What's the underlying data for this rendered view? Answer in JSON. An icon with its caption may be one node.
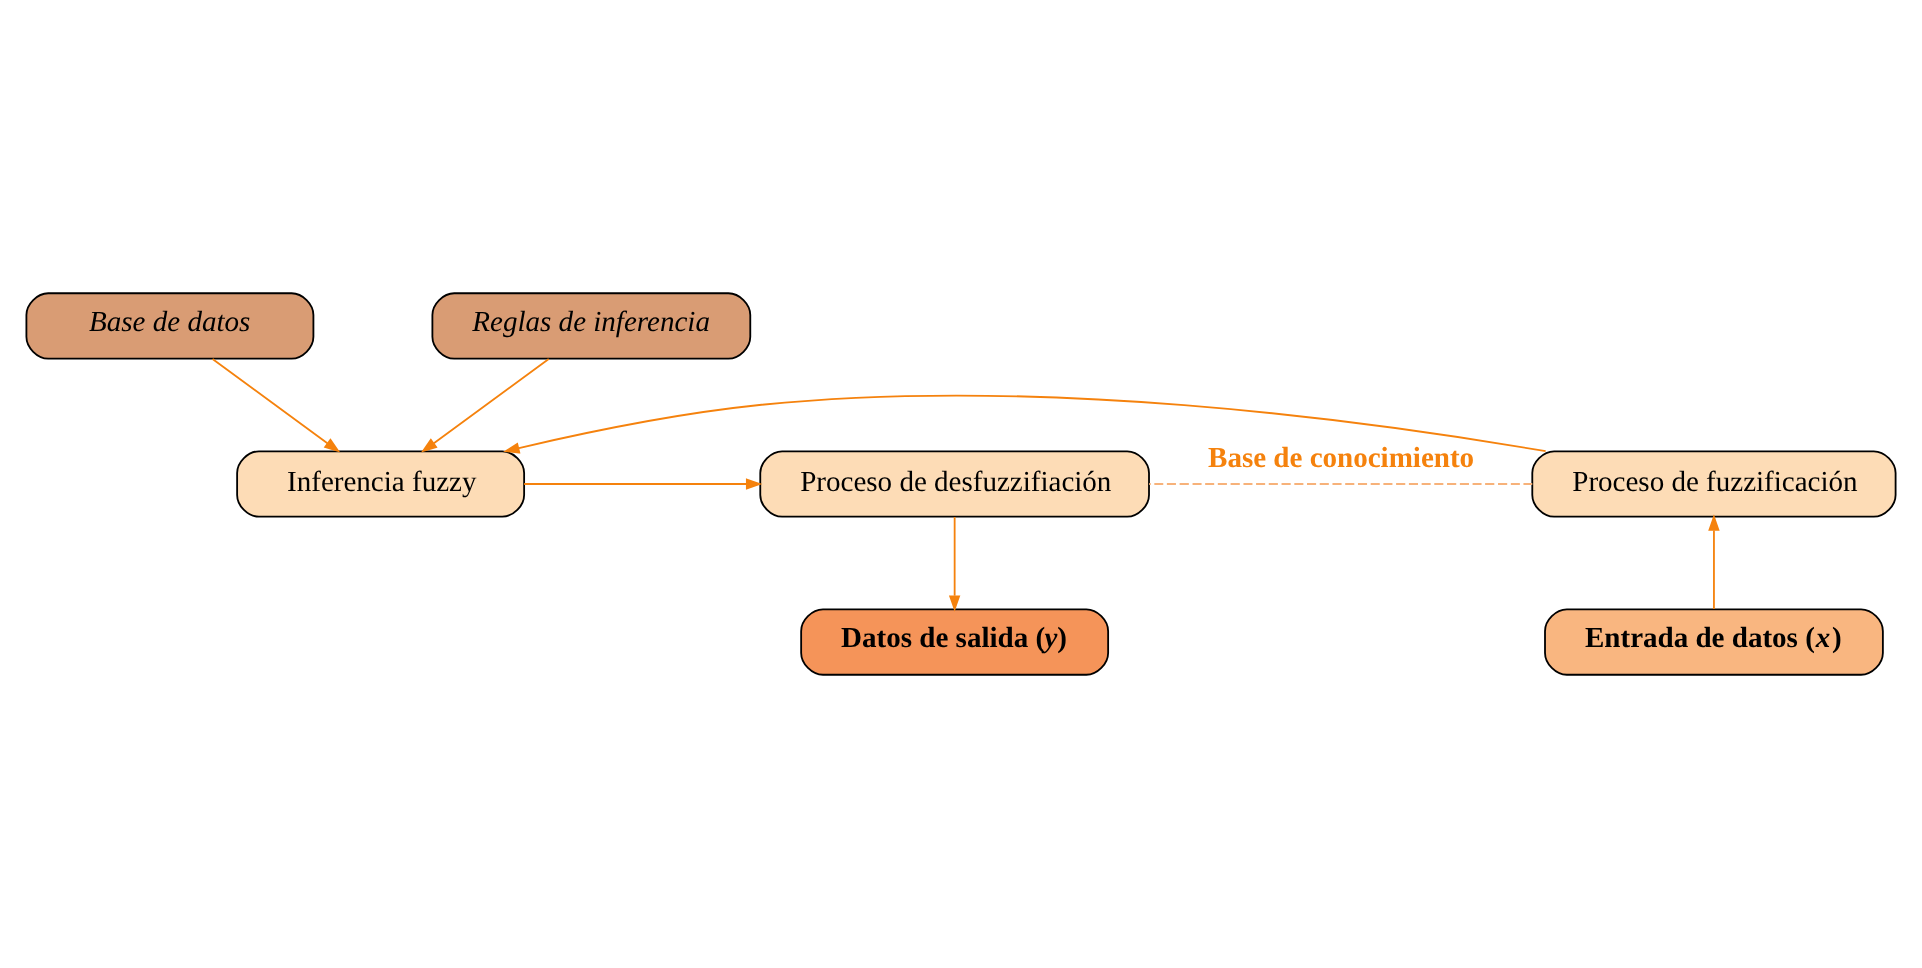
{
  "diagram": {
    "nodes": [
      {
        "text": [
          "Base de datos"
        ]
      },
      {
        "text": [
          "Reglas de inferencia"
        ]
      },
      {
        "text": [
          "Proceso de fuzzificación"
        ]
      },
      {
        "text": [
          "Inferencia fuzzy"
        ]
      },
      {
        "text": [
          "Proceso de desfuzzifiación"
        ]
      },
      {
        "text": [
          "Entrada de datos (*x*)"
        ]
      },
      {
        "text": [
          "Datos de salida (*y*)"
        ]
      }
    ],
    "edges": [
      {
        "from": 0,
        "to": 3,
        "arrow": "to"
      },
      {
        "from": 1,
        "to": 3,
        "arrow": "to"
      },
      {
        "from": 2,
        "to": 3,
        "arrow": "to"
      },
      {
        "from": 3,
        "to": 4,
        "arrow": "to"
      },
      {
        "from": 5,
        "to": 2,
        "arrow": "to"
      },
      {
        "from": 4,
        "to": 6,
        "arrow": "to"
      },
      {
        "from": 2,
        "to": 4,
        "arrow": "none",
        "style": "dashed",
        "color": "#f7b27a",
        "label": "Base de conocimiento"
      }
    ]
  }
}
